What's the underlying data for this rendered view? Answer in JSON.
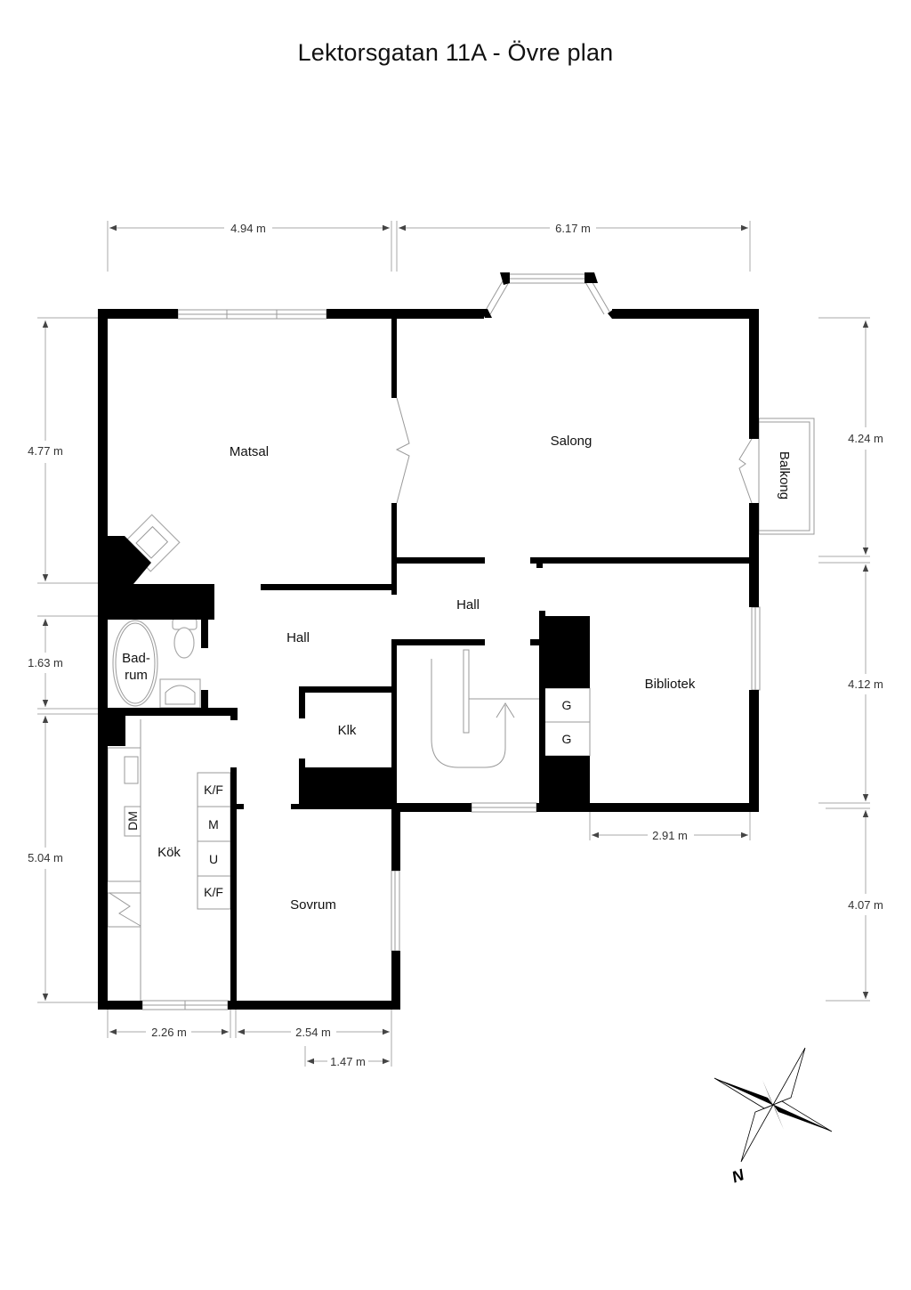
{
  "title": "Lektorsgatan 11A - Övre plan",
  "rooms": {
    "matsal": "Matsal",
    "salong": "Salong",
    "balkong": "Balkong",
    "hall_left": "Hall",
    "hall_center": "Hall",
    "bibliotek": "Bibliotek",
    "badrum_line1": "Bad-",
    "badrum_line2": "rum",
    "klk": "Klk",
    "kok": "Kök",
    "sovrum": "Sovrum"
  },
  "appliances": {
    "dm": "DM",
    "kf_top": "K/F",
    "m": "M",
    "u": "U",
    "kf_bottom": "K/F",
    "g_top": "G",
    "g_bottom": "G"
  },
  "dimensions": {
    "top_left": "4.94 m",
    "top_right": "6.17 m",
    "left_top": "4.77 m",
    "left_middle": "1.63 m",
    "left_bottom": "5.04 m",
    "right_top": "4.24 m",
    "right_middle": "4.12 m",
    "right_bottom": "4.07 m",
    "bibliotek_width": "2.91 m",
    "bottom_kok": "2.26 m",
    "bottom_sovrum": "2.54 m",
    "bottom_sovrum_window": "1.47 m"
  },
  "compass": {
    "north_label": "N"
  }
}
